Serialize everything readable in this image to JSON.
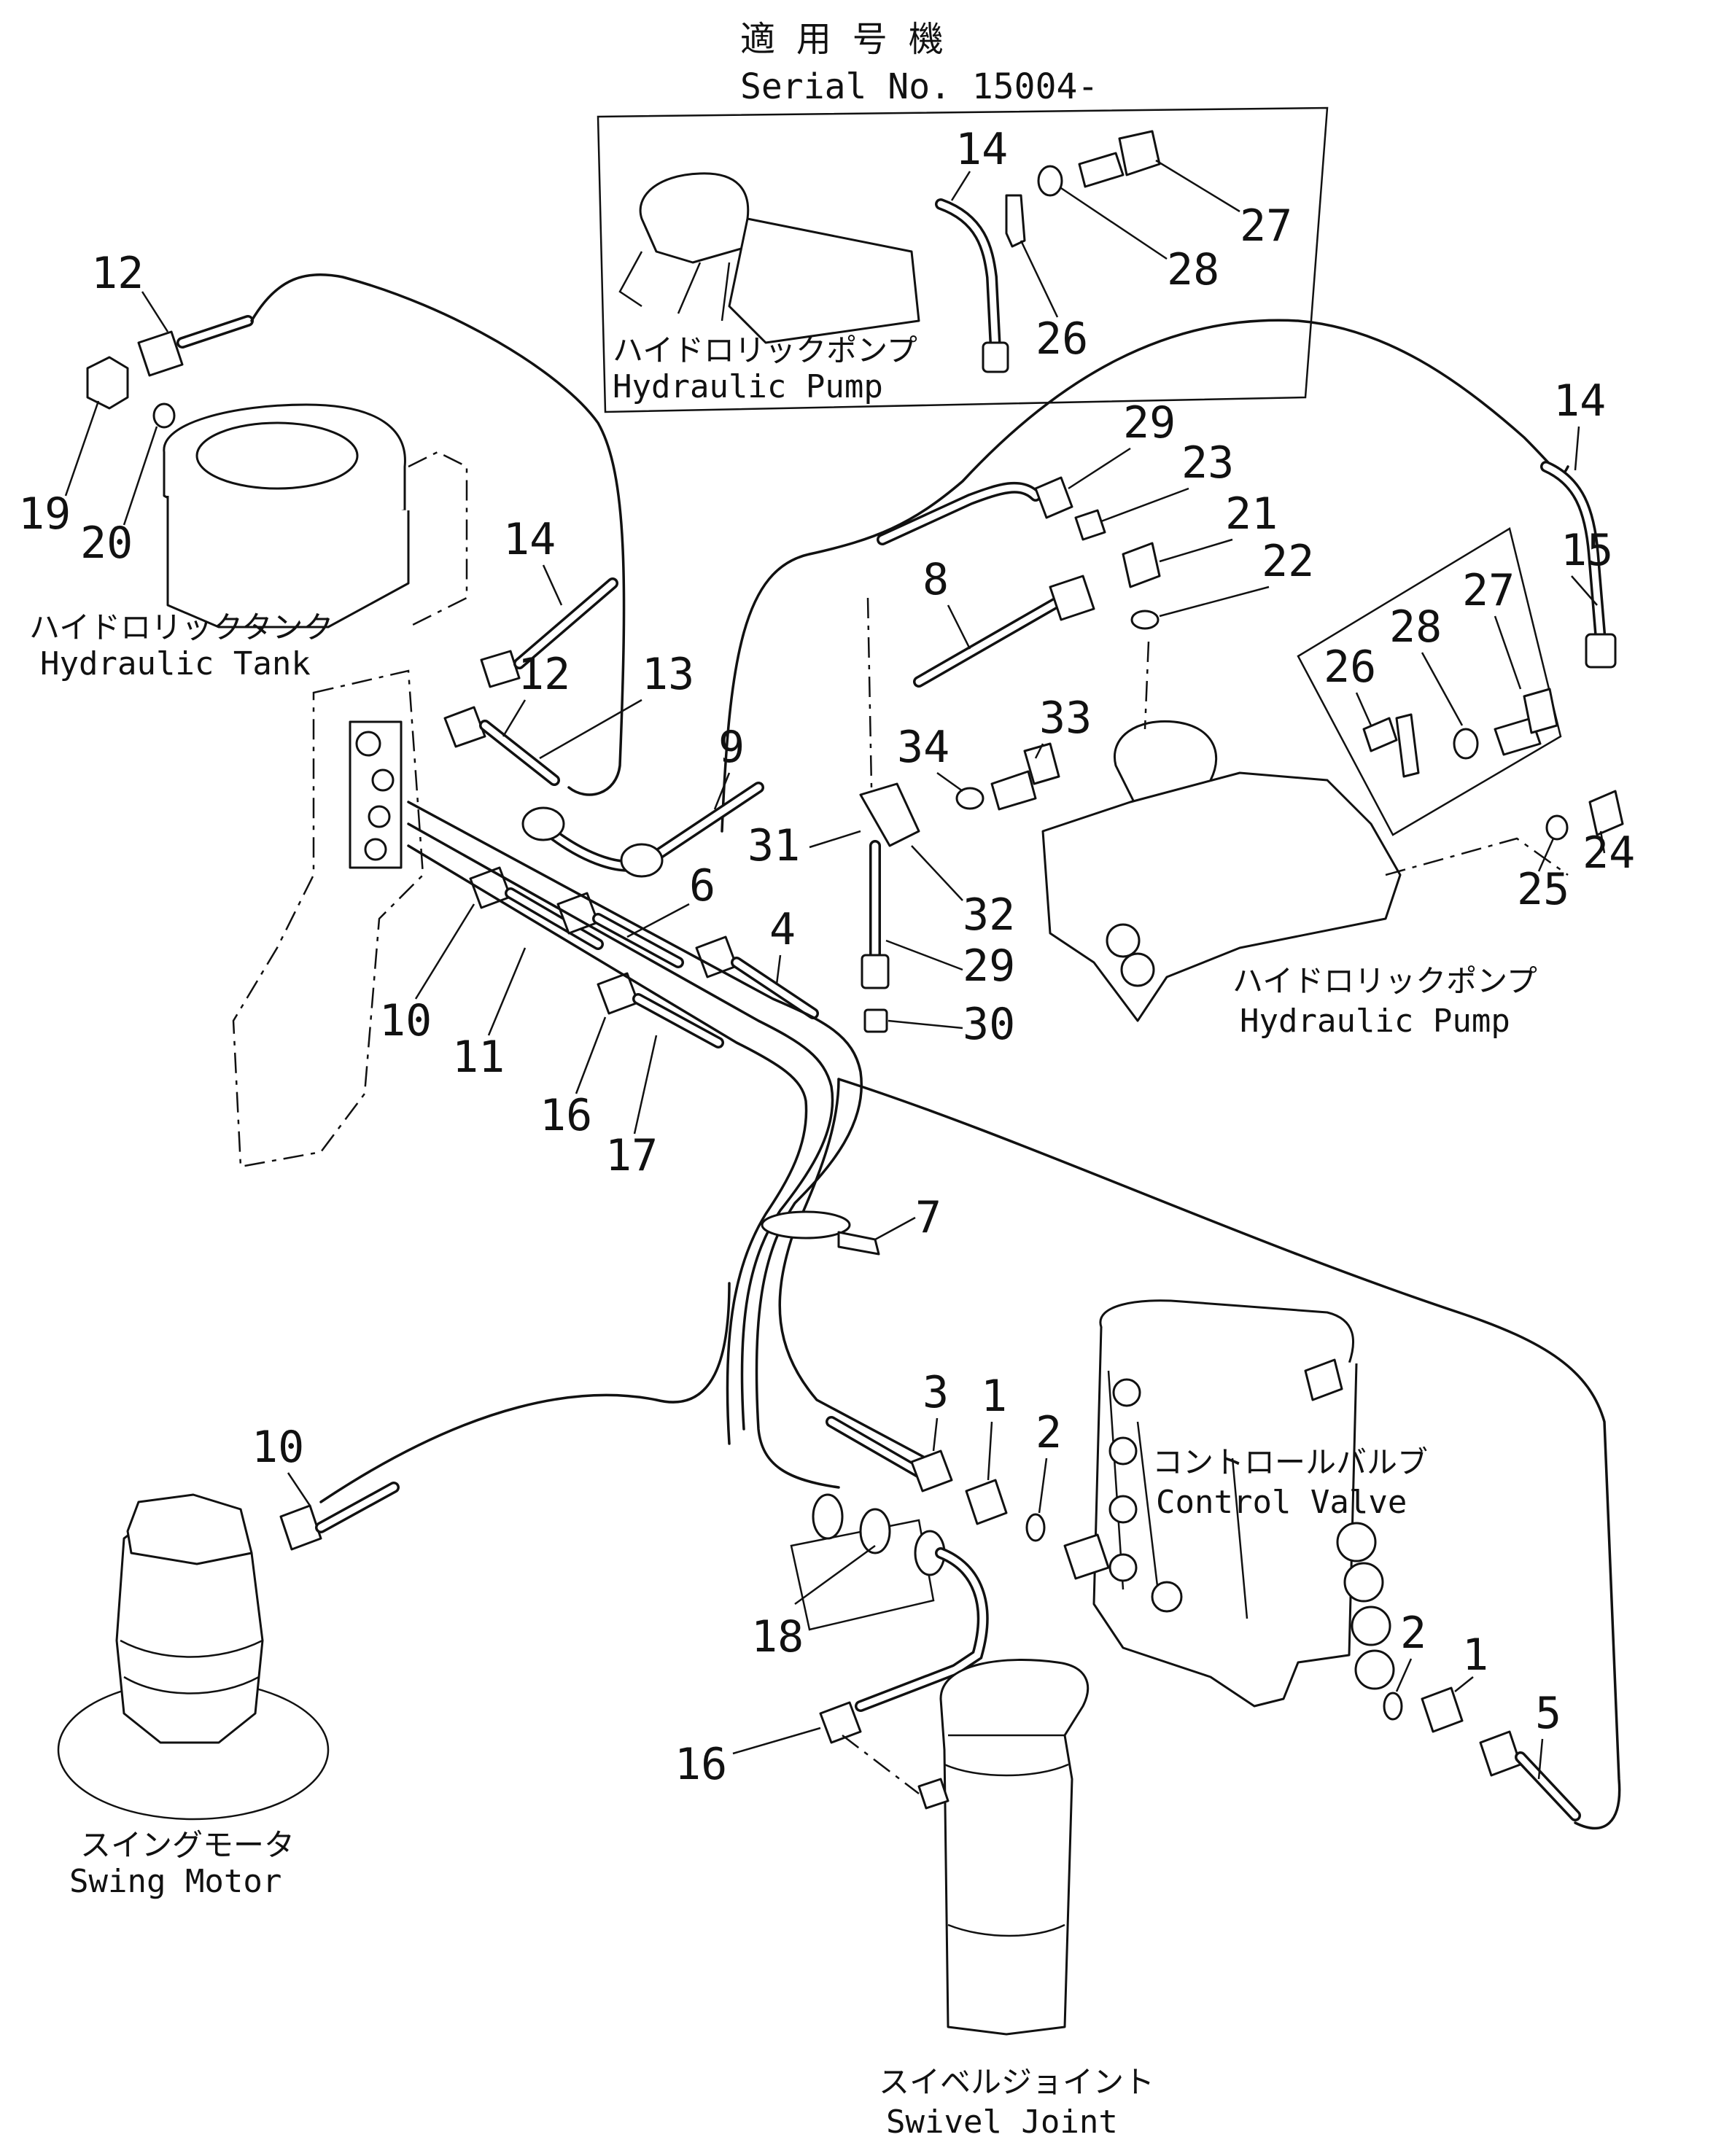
{
  "serial_box": {
    "title_jp": "適 用 号 機",
    "title_en": "Serial No. 15004-"
  },
  "components": {
    "hydraulic_pump_inset": {
      "jp": "ハイドロリックポンプ",
      "en": "Hydraulic Pump"
    },
    "hydraulic_tank": {
      "jp": "ハイドロリックタンク",
      "en": "Hydraulic Tank"
    },
    "hydraulic_pump": {
      "jp": "ハイドロリックポンプ",
      "en": "Hydraulic Pump"
    },
    "control_valve": {
      "jp": "コントロールバルブ",
      "en": "Control Valve"
    },
    "swing_motor": {
      "jp": "スイングモータ",
      "en": "Swing Motor"
    },
    "swivel_joint": {
      "jp": "スイベルジョイント",
      "en": "Swivel Joint"
    }
  },
  "callouts": {
    "inset_14": "14",
    "inset_27": "27",
    "inset_28": "28",
    "inset_26": "26",
    "tank_12": "12",
    "tank_19": "19",
    "tank_20": "20",
    "n14_center": "14",
    "n12_center": "12",
    "n13": "13",
    "n9": "9",
    "n8": "8",
    "n29_top": "29",
    "n23": "23",
    "n21": "21",
    "n22": "22",
    "n14_right": "14",
    "n15": "15",
    "n26_right": "26",
    "n28_right": "28",
    "n27_right": "27",
    "n33": "33",
    "n34": "34",
    "n31": "31",
    "n32": "32",
    "n29_low": "29",
    "n30": "30",
    "n25": "25",
    "n24": "24",
    "n6": "6",
    "n4": "4",
    "n10_upper": "10",
    "n11": "11",
    "n16_upper": "16",
    "n17": "17",
    "n7": "7",
    "n3": "3",
    "n1_left": "1",
    "n2_left": "2",
    "n10_lower": "10",
    "n18": "18",
    "n16_lower": "16",
    "n2_right": "2",
    "n1_right": "1",
    "n5": "5"
  }
}
